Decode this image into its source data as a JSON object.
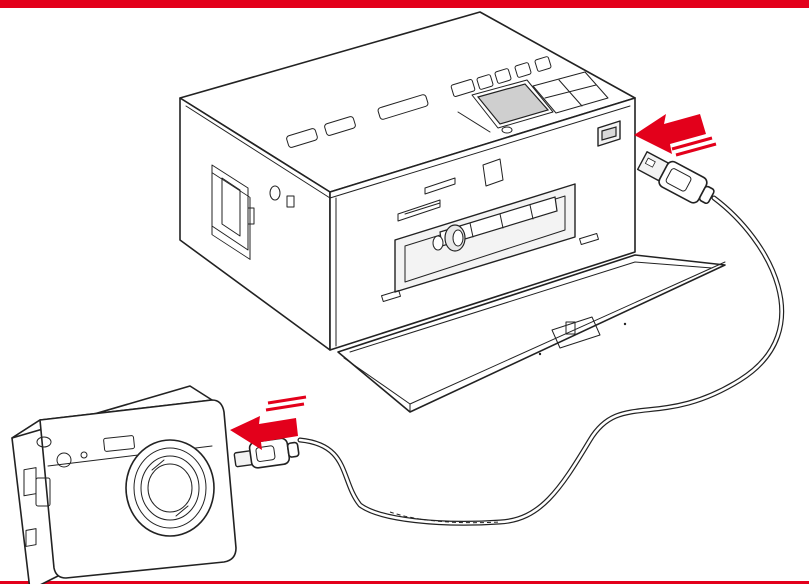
{
  "colors": {
    "brand_bar": "#e3001b",
    "arrow": "#e3001b",
    "line": "#222222",
    "screen": "#cfcfcf"
  },
  "illustration": {
    "printer": "compact-photo-printer",
    "camera": "compact-digital-camera",
    "cable": "usb-cable",
    "arrows": [
      "usb-port-insert-arrow",
      "camera-port-insert-arrow"
    ]
  }
}
